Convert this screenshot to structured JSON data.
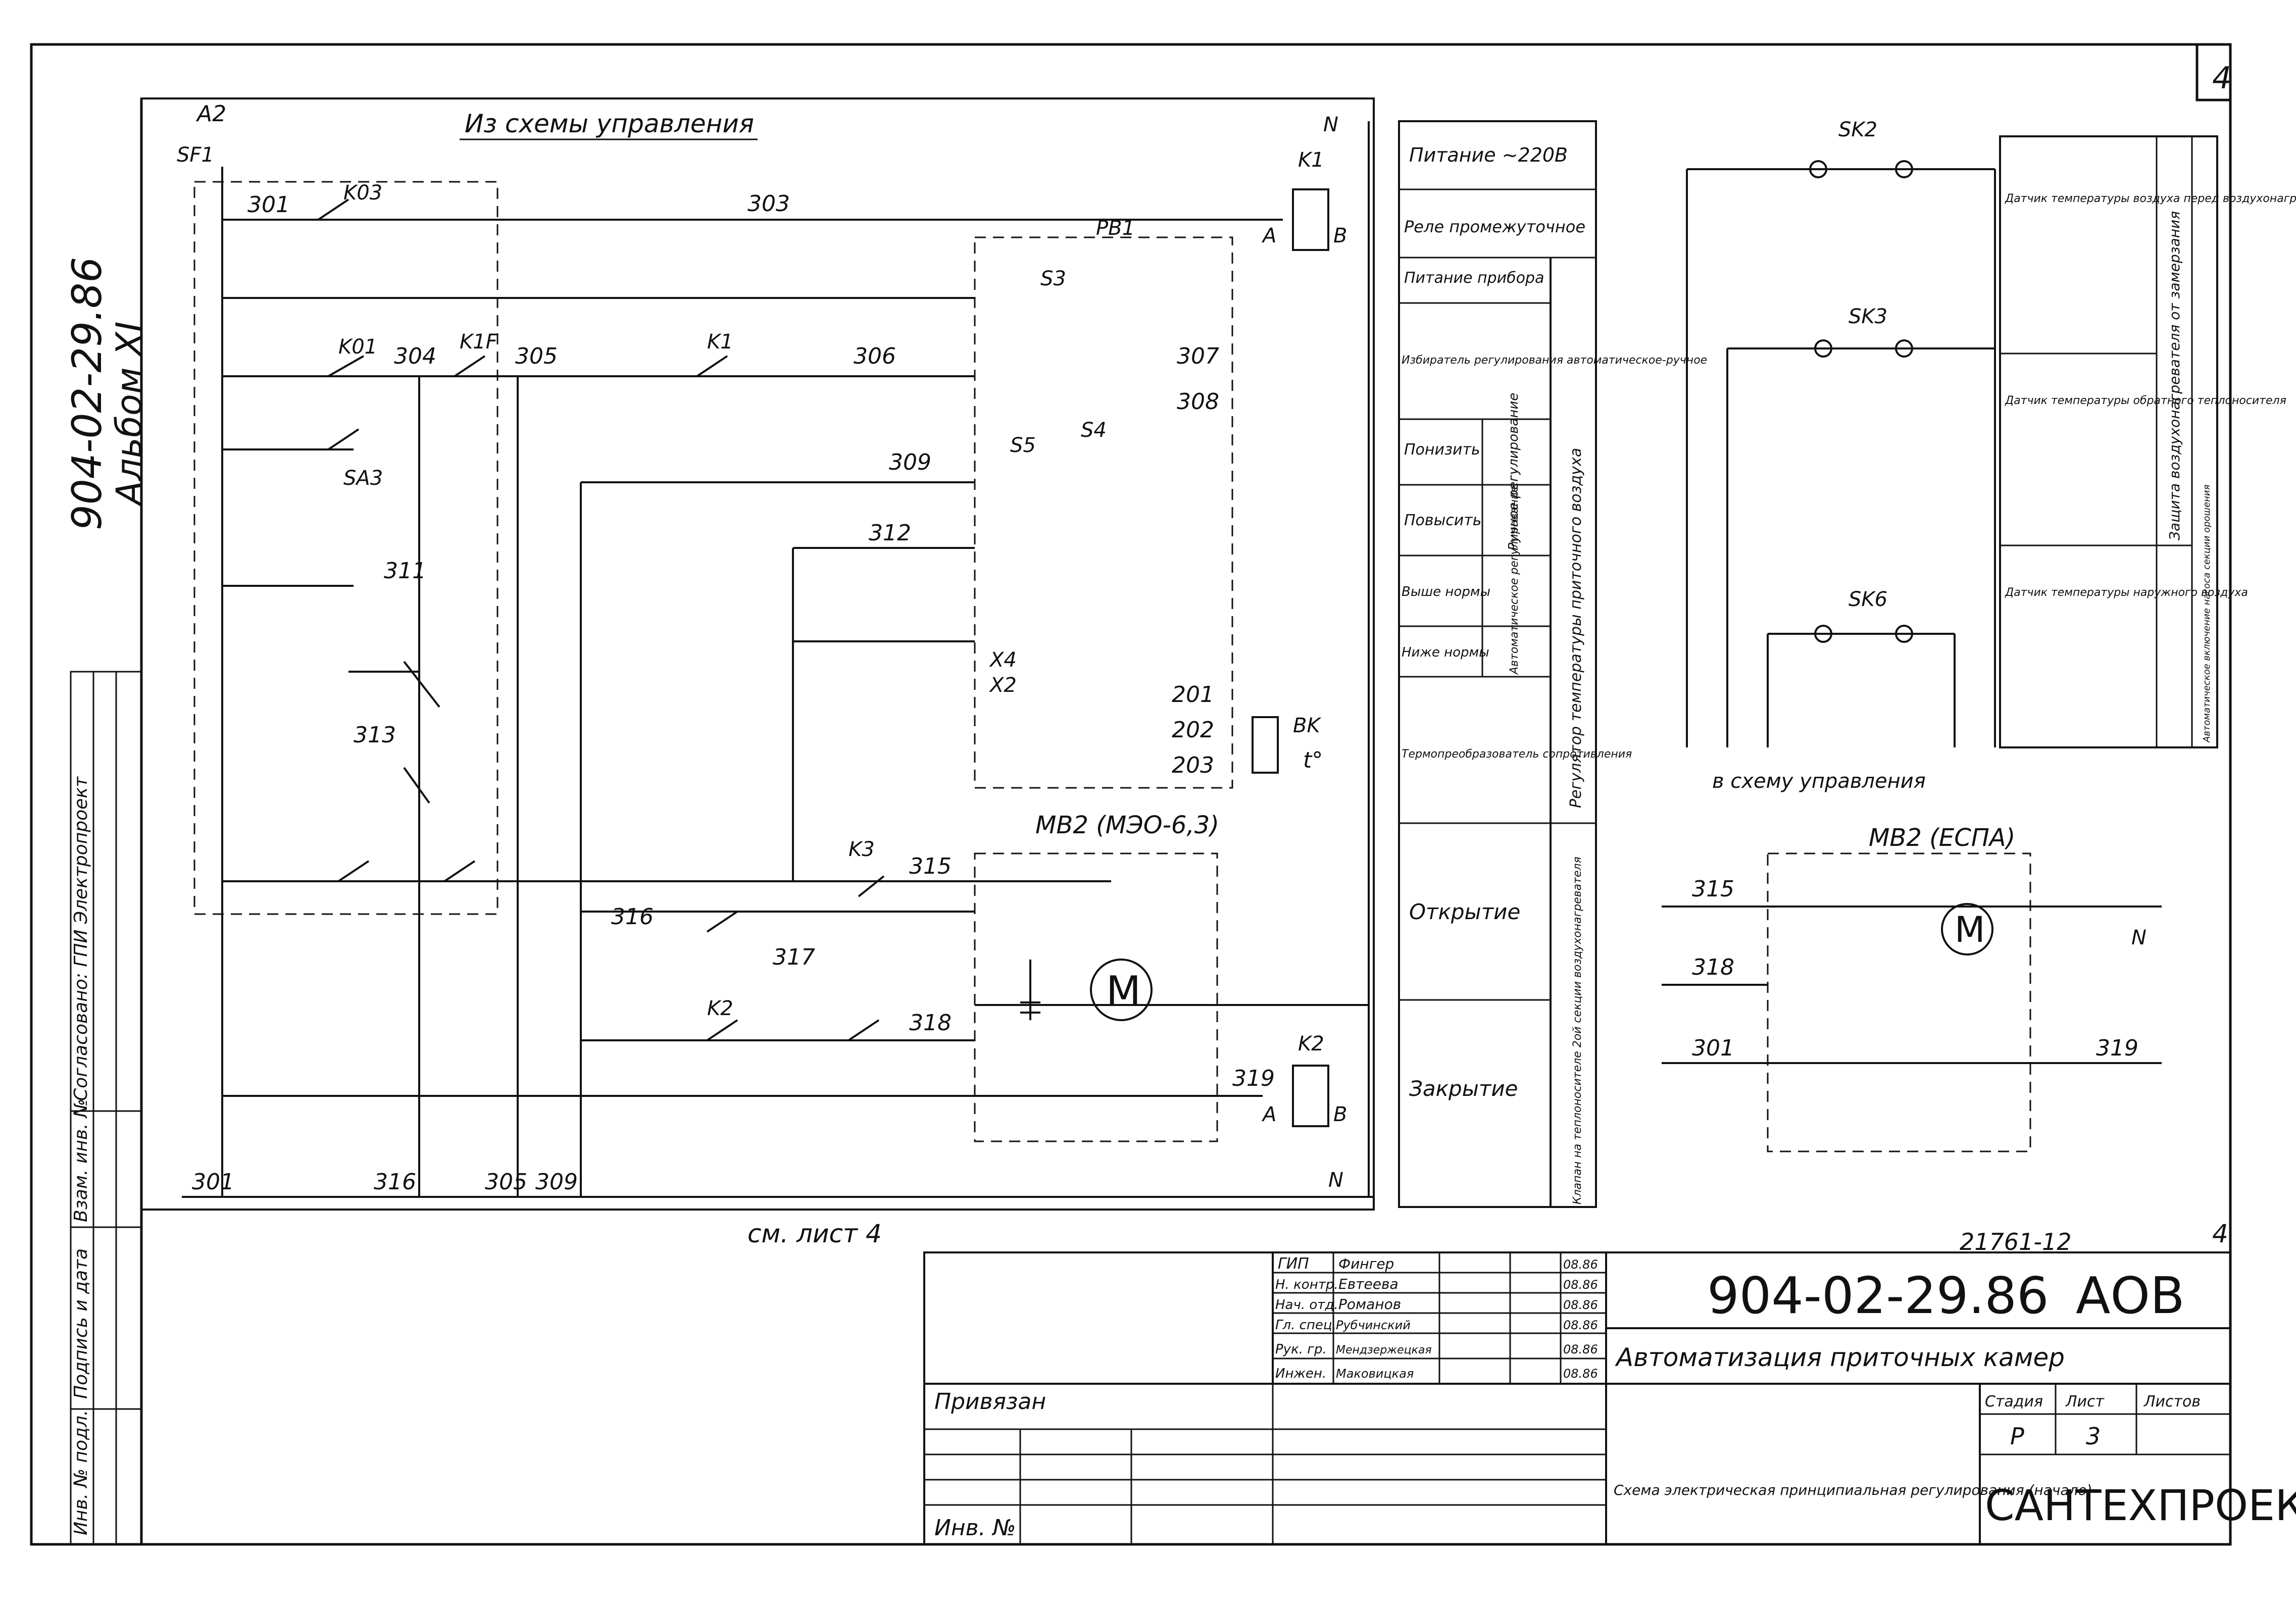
{
  "sheet_corner": "4",
  "doc_code_vertical": "904-02-29.86",
  "album": "Альбом XI",
  "top_header": "Из схемы управления",
  "bottom_ref": "см. лист 4",
  "wires": {
    "n301": "301",
    "n303": "303",
    "n304": "304",
    "n305": "305",
    "n306": "306",
    "n307": "307",
    "n308": "308",
    "n309": "309",
    "n311": "311",
    "n312": "312",
    "n313": "313",
    "n315": "315",
    "n316": "316",
    "n317": "317",
    "n318": "318",
    "n319": "319",
    "n201": "201",
    "n202": "202",
    "n203": "203"
  },
  "components": {
    "a2": "A2",
    "sf1": "SF1",
    "k03": "K03",
    "k01": "K01",
    "k1f": "K1F",
    "k1": "K1",
    "k2": "K2",
    "k3": "K3",
    "sa3": "SA3",
    "rb1": "PB1",
    "s3": "S3",
    "s4": "S4",
    "s5": "S5",
    "x4": "X4",
    "x2": "X2",
    "bk": "BK",
    "mb2_left": "MB2 (МЭО-6,3)",
    "mb2_right": "MB2 (ЕСПА)",
    "sk2": "SK2",
    "sk3": "SK3",
    "sk6": "SK6",
    "n": "N",
    "a": "A",
    "b": "B",
    "t": "t°"
  },
  "legend_middle": {
    "power": "Питание ~220В",
    "relay": "Реле промежуточное",
    "device_power": "Питание прибора",
    "selector": "Избиратель регулирования автоматическое-ручное",
    "lower": "Понизить",
    "raise": "Повысить",
    "manual": "Ручное регулирование",
    "above": "Выше нормы",
    "below": "Ниже нормы",
    "auto": "Автоматическое регулирование",
    "thermo": "Термопреобразователь сопротивления",
    "regulator": "Регулятор температуры приточного воздуха",
    "open": "Открытие",
    "close": "Закрытие",
    "valve": "Клапан на теплоносителе 2ой секции воздухонагревателя"
  },
  "legend_right": {
    "s1": "Датчик температуры воздуха перед воздухонагревателем",
    "s2": "Датчик температуры обратного теплоносителя",
    "s3": "Датчик температуры наружного воздуха",
    "protect": "Защита воздухонагревателя от замерзания",
    "auto_on": "Автоматическое включение насоса секции орошения",
    "to_ctrl": "в схему управления"
  },
  "title_block": {
    "code": "904-02-29.86",
    "section": "АОВ",
    "project": "Автоматизация приточных камер",
    "sheet_title": "Схема электрическая принципиальная регулирования (начало)",
    "org": "САНТЕХПРОЕКТ",
    "stage_h": "Стадия",
    "sheet_h": "Лист",
    "sheets_h": "Листов",
    "stage": "Р",
    "sheet": "3",
    "bound": "Привязан",
    "inv": "Инв. №",
    "stamp_num": "21761-12",
    "page_num": "4",
    "approved": "Согласовано: ГПИ Электропроект",
    "roles": [
      "ГИП",
      "Н. контр.",
      "Нач. отд.",
      "Гл. спец.",
      "Рук. гр.",
      "Инжен."
    ],
    "names": [
      "Фингер",
      "Евтеева",
      "Романов",
      "Рубчинский",
      "Мендзержецкая",
      "Маковицкая"
    ],
    "dates": [
      "08.86",
      "08.86",
      "08.86",
      "08.86",
      "08.86",
      "08.86"
    ],
    "side_col": [
      "Инв. № подл.",
      "Подпись и дата",
      "Взам. инв. №"
    ]
  }
}
